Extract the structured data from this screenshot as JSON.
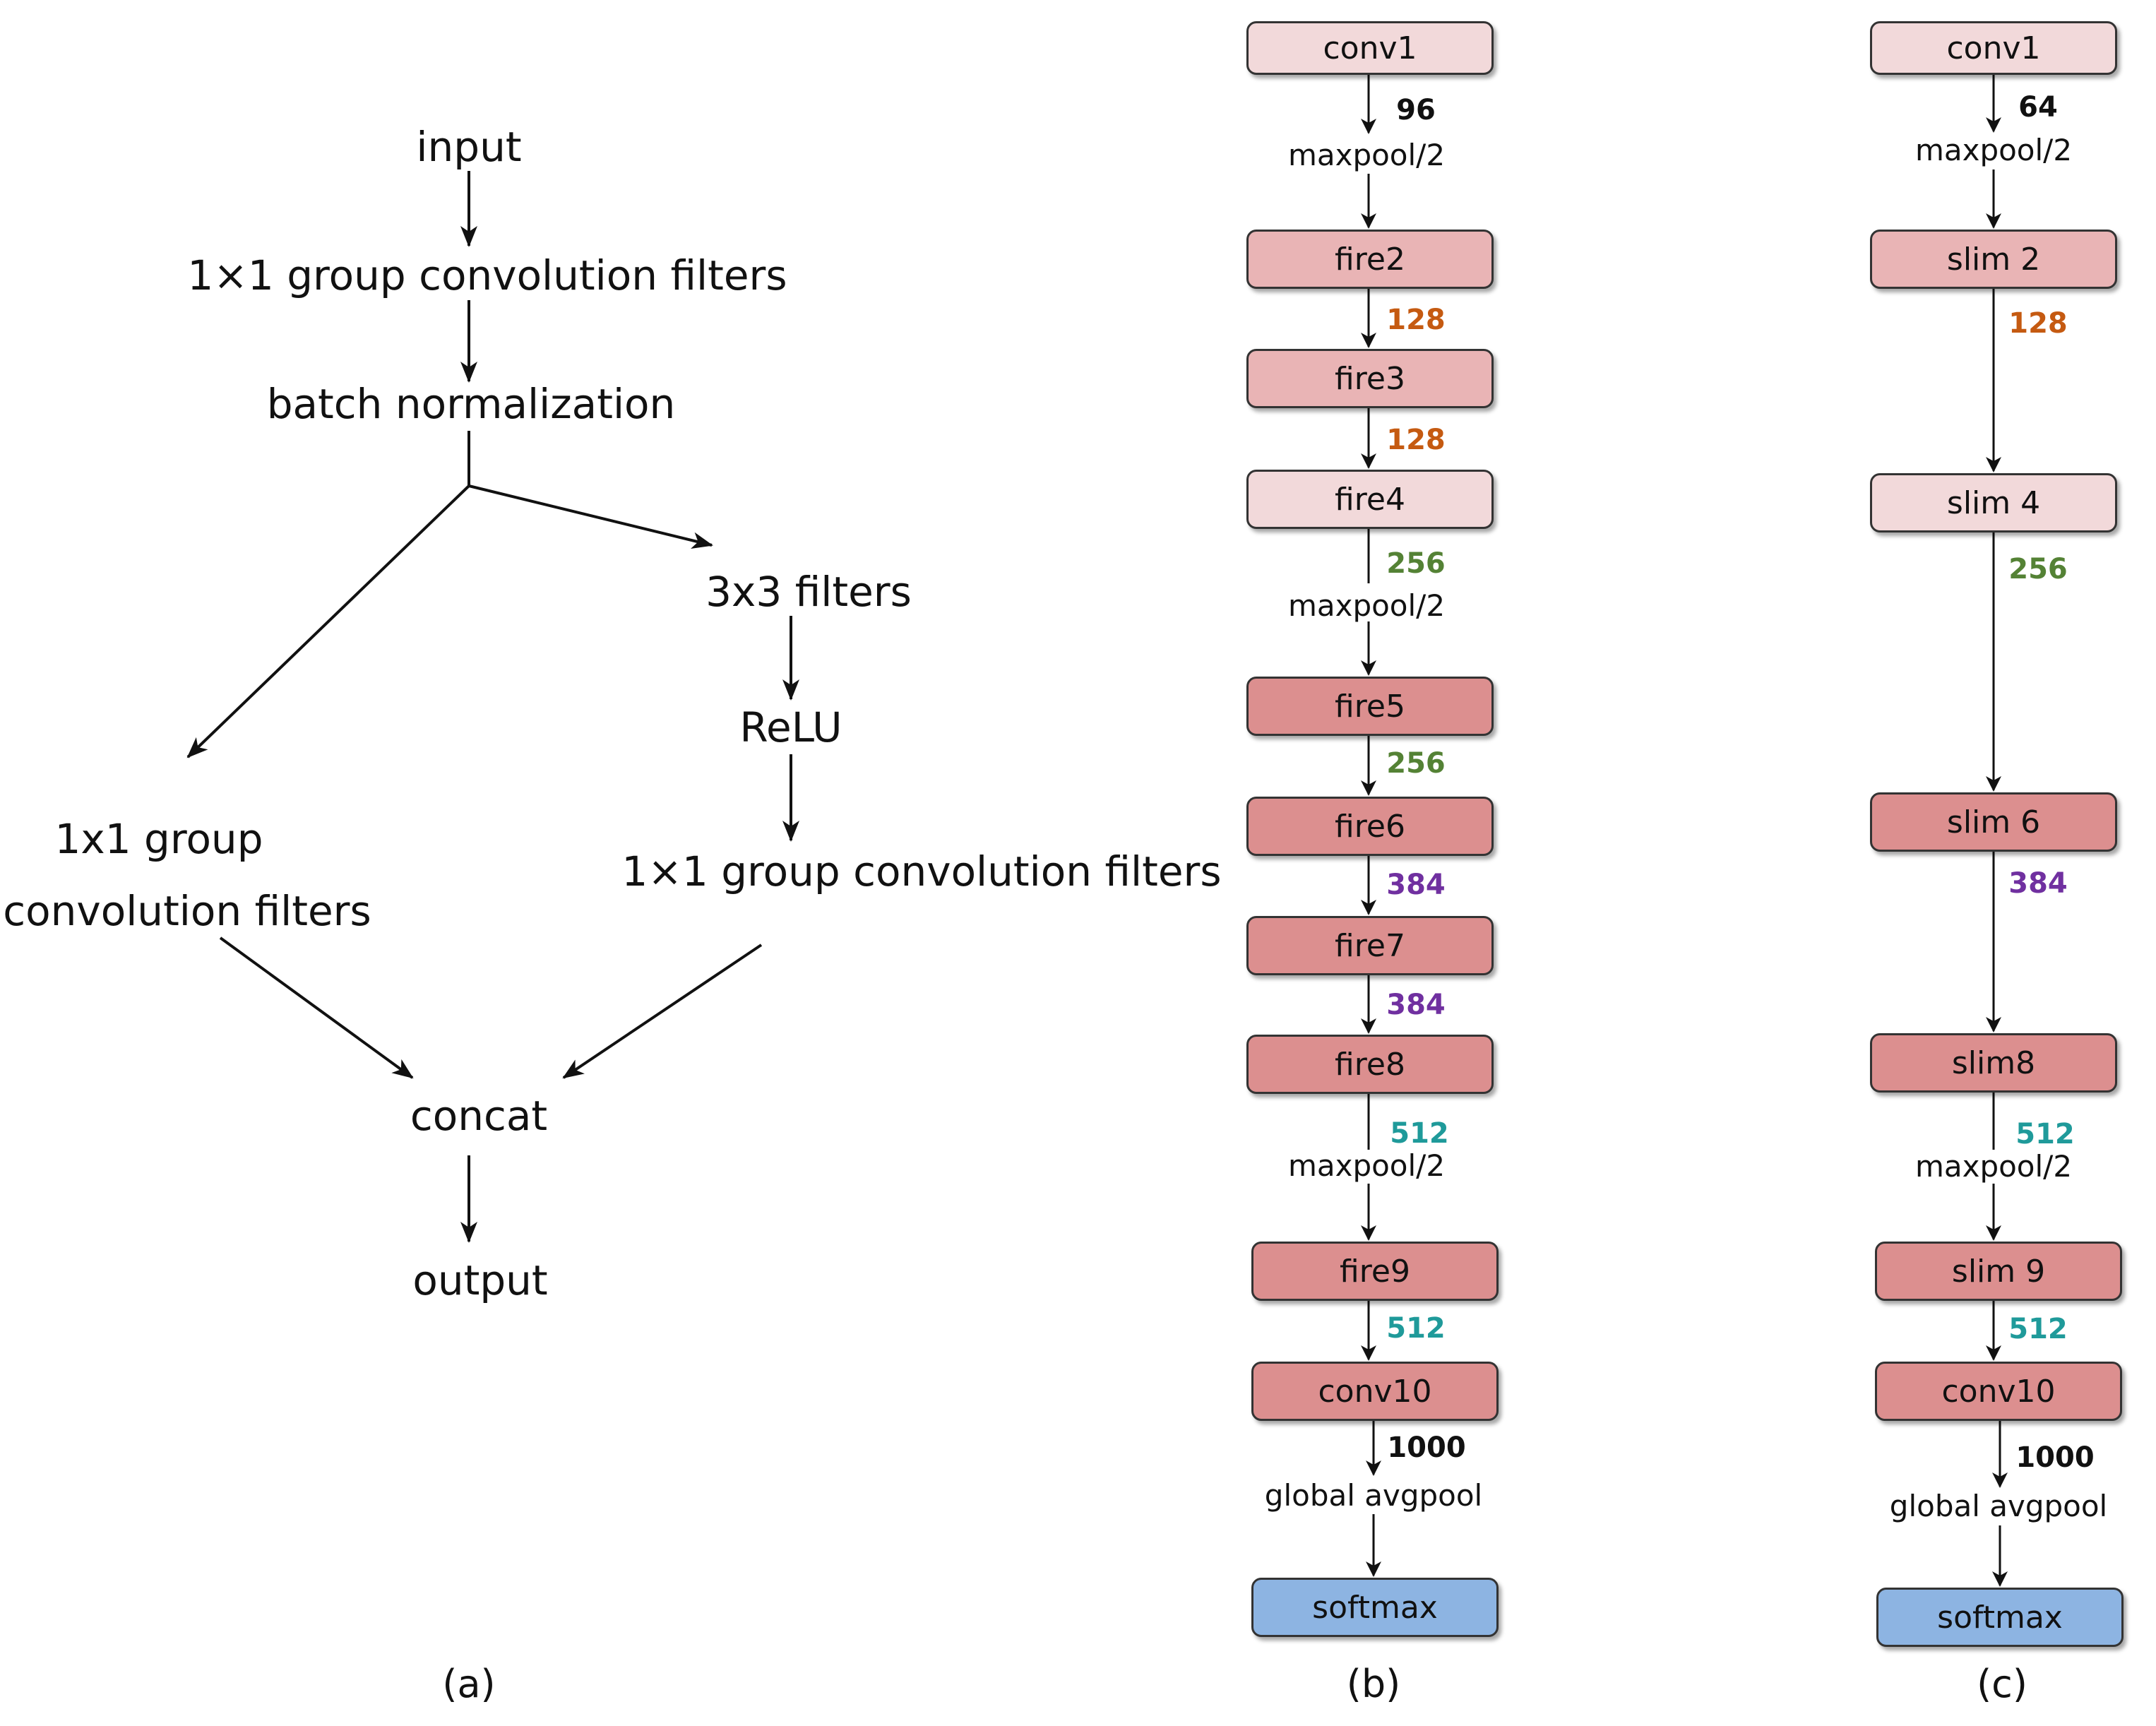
{
  "panel_a": {
    "input": "input",
    "group_conv_1": "1×1 group convolution filters",
    "batch_norm": "batch normalization",
    "filters_3x3": "3x3 filters",
    "relu": "ReLU",
    "left_conv_line1": "1x1 group",
    "left_conv_line2": "convolution filters",
    "right_group_conv": "1×1 group convolution filters",
    "concat": "concat",
    "output": "output",
    "caption": "(a)"
  },
  "panel_b": {
    "blocks": [
      "conv1",
      "fire2",
      "fire3",
      "fire4",
      "fire5",
      "fire6",
      "fire7",
      "fire8",
      "fire9",
      "conv10",
      "softmax"
    ],
    "numbers": [
      "96",
      "128",
      "128",
      "256",
      "256",
      "384",
      "384",
      "512",
      "512",
      "1000"
    ],
    "pool_labels": [
      "maxpool/2",
      "maxpool/2",
      "maxpool/2",
      "global avgpool"
    ],
    "caption": "(b)"
  },
  "panel_c": {
    "blocks": [
      "conv1",
      "slim 2",
      "slim 4",
      "slim 6",
      "slim8",
      "slim 9",
      "conv10",
      "softmax"
    ],
    "numbers": [
      "64",
      "128",
      "256",
      "384",
      "512",
      "512",
      "1000"
    ],
    "pool_labels": [
      "maxpool/2",
      "maxpool/2",
      "global avgpool"
    ],
    "caption": "(c)"
  },
  "colors": {
    "light_pink": "#f2d9da",
    "medium_pink": "#e9b4b5",
    "dark_pink": "#dc8f8f",
    "softmax_blue": "#8db4e2",
    "num_128": "#c55a11",
    "num_256": "#548235",
    "num_384": "#7030a0",
    "num_512": "#1f9a9a",
    "num_black": "#111111"
  }
}
